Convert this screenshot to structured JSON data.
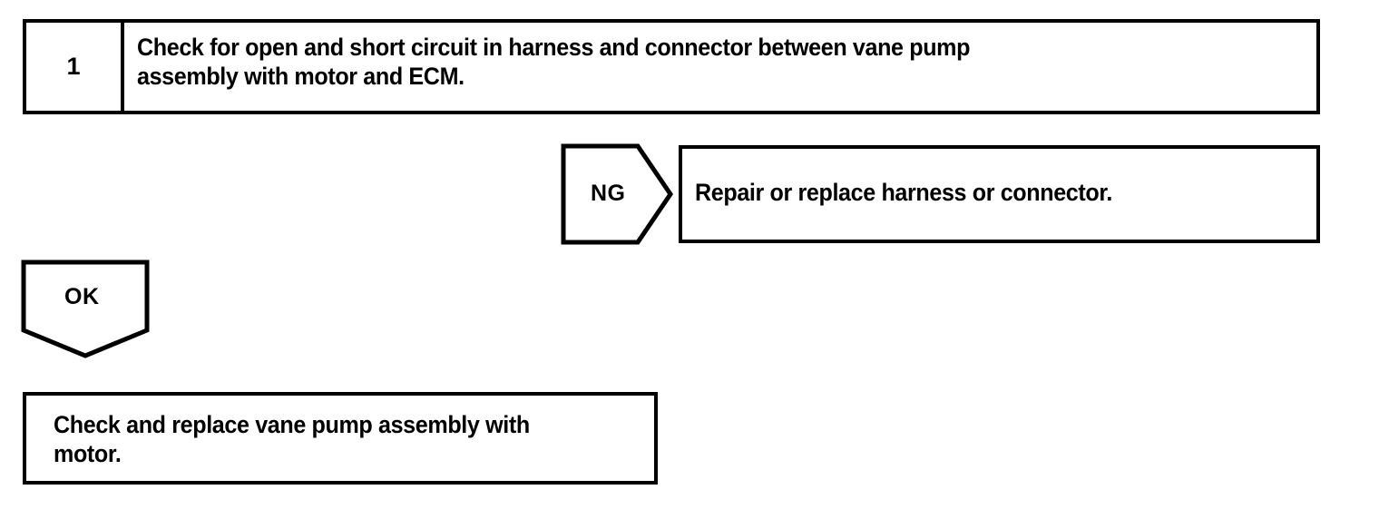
{
  "document": {
    "type": "diagnostic-flowchart",
    "background_color": "#ffffff",
    "line_color": "#000000"
  },
  "step": {
    "number": "1",
    "instruction": "Check for open and short circuit in harness and connector between vane pump\nassembly with motor and ECM."
  },
  "branches": {
    "ng": {
      "label": "NG",
      "shape": "pentagon-right",
      "result": "Repair or replace harness or connector."
    },
    "ok": {
      "label": "OK",
      "shape": "pentagon-down",
      "result": "Check and replace vane pump assembly with\nmotor."
    }
  }
}
